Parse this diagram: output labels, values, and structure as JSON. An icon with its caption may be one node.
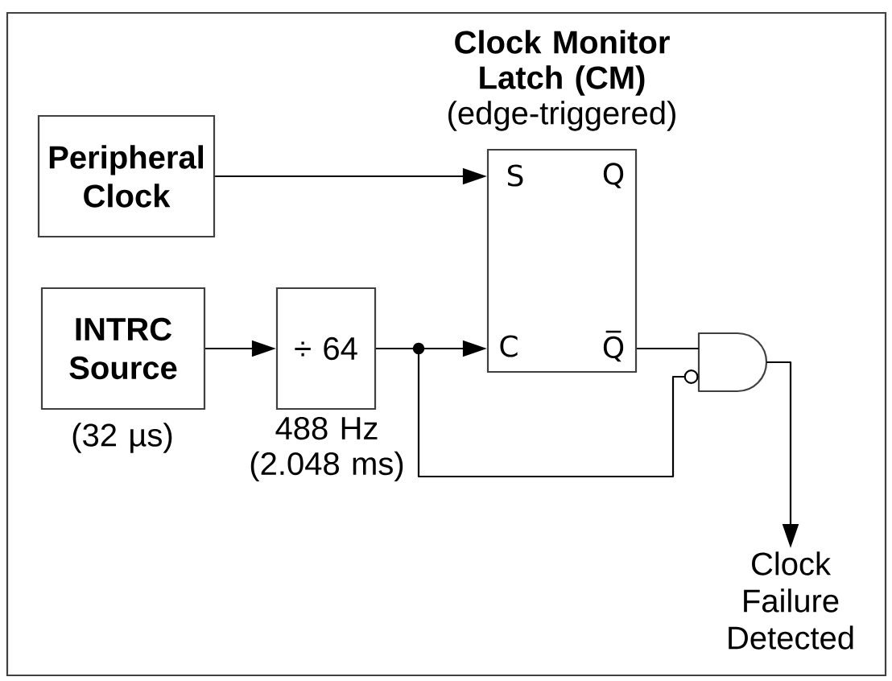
{
  "diagram": {
    "nodes": [
      {
        "text": [
          "Peripheral Clock"
        ]
      },
      {
        "text": [
          "INTRC Source"
        ],
        "beside": [
          "(32 µs)"
        ]
      },
      {
        "text": [
          "÷ 64"
        ],
        "beside": [
          "488 Hz (2.048 ms)"
        ]
      },
      {
        "text": [
          "Clock Monitor Latch (CM)",
          "(edge-triggered)"
        ]
      },
      {
        "text": [],
        "shape": "gate"
      },
      {
        "text": [
          "Clock Failure Detected"
        ]
      }
    ],
    "edges": [
      {
        "from": 0,
        "to": 3,
        "arrow": "to"
      },
      {
        "from": 1,
        "to": 2,
        "arrow": "to"
      },
      {
        "from": 2,
        "to": 3,
        "arrow": "to"
      },
      {
        "from": 2,
        "to": 4,
        "arrow": "other"
      },
      {
        "from": 3,
        "to": 4,
        "arrow": "none"
      },
      {
        "from": 4,
        "to": 5,
        "arrow": "to"
      }
    ],
    "labels": [
      "S",
      "Q",
      "C",
      "Q̅"
    ]
  }
}
